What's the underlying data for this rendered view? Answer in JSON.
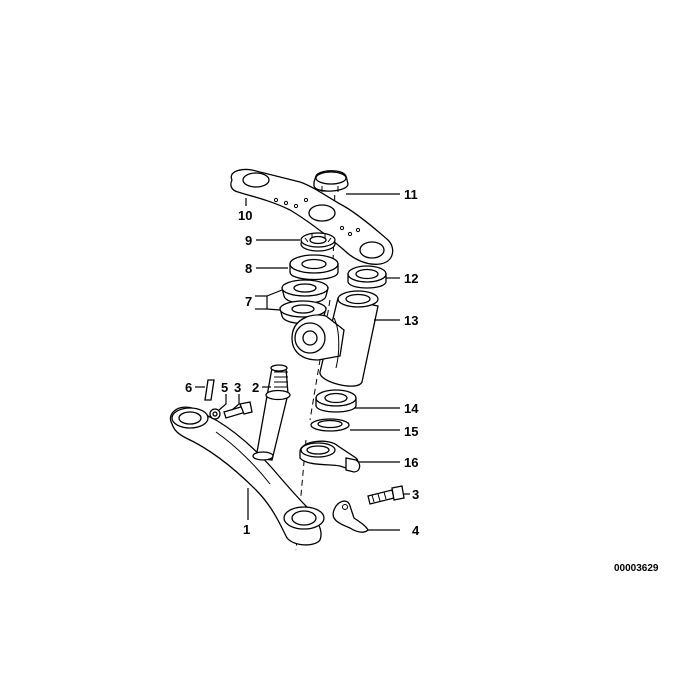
{
  "diagram": {
    "labels": {
      "l1": "1",
      "l2": "2",
      "l3a": "3",
      "l3b": "3",
      "l4": "4",
      "l5": "5",
      "l6": "6",
      "l7": "7",
      "l8": "8",
      "l9": "9",
      "l10": "10",
      "l11": "11",
      "l12": "12",
      "l13": "13",
      "l14": "14",
      "l15": "15",
      "l16": "16"
    },
    "reference_number": "00003629"
  }
}
